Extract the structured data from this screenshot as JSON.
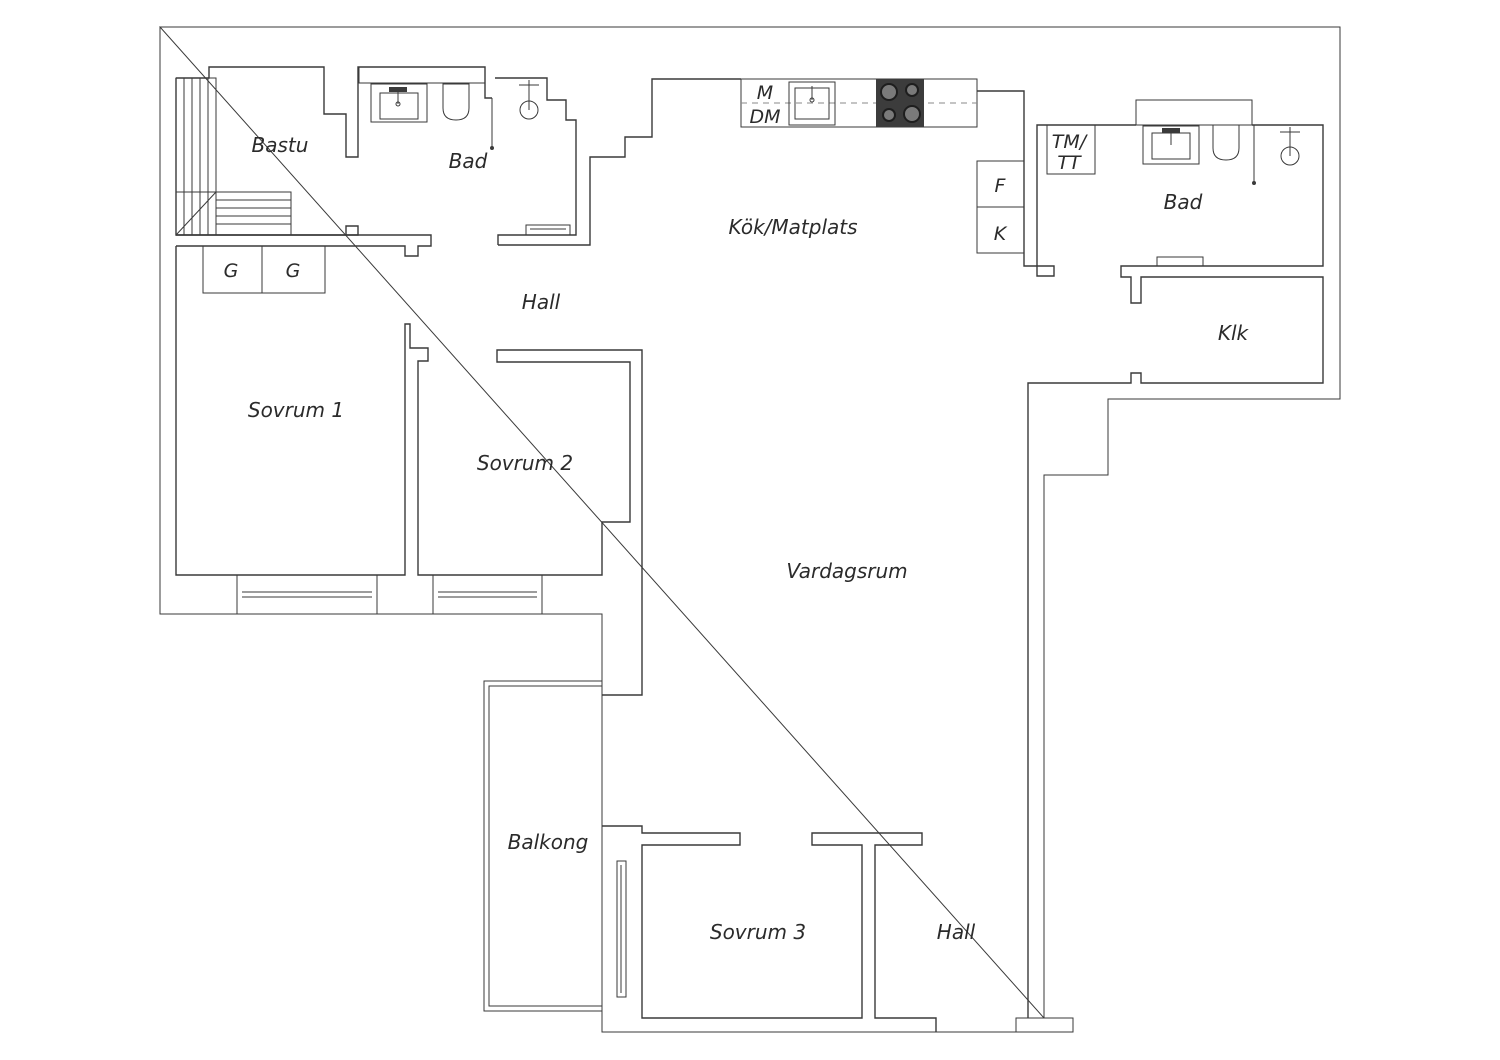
{
  "rooms": {
    "bastu": "Bastu",
    "bad_left": "Bad",
    "kok": "Kök/Matplats",
    "bad_right": "Bad",
    "hall_top": "Hall",
    "klk": "Klk",
    "sovrum1": "Sovrum 1",
    "sovrum2": "Sovrum 2",
    "vardagsrum": "Vardagsrum",
    "balkong": "Balkong",
    "sovrum3": "Sovrum 3",
    "hall_bottom": "Hall"
  },
  "fixtures": {
    "microwave": "M",
    "dishwasher": "DM",
    "fridge": "F",
    "freezer": "K",
    "washer_dryer_line1": "TM/",
    "washer_dryer_line2": "TT",
    "wardrobe_1": "G",
    "wardrobe_2": "G"
  },
  "colors": {
    "wall": "#3a3a3a",
    "stove": "#3c3c3c",
    "label": "#2b2b2b"
  }
}
